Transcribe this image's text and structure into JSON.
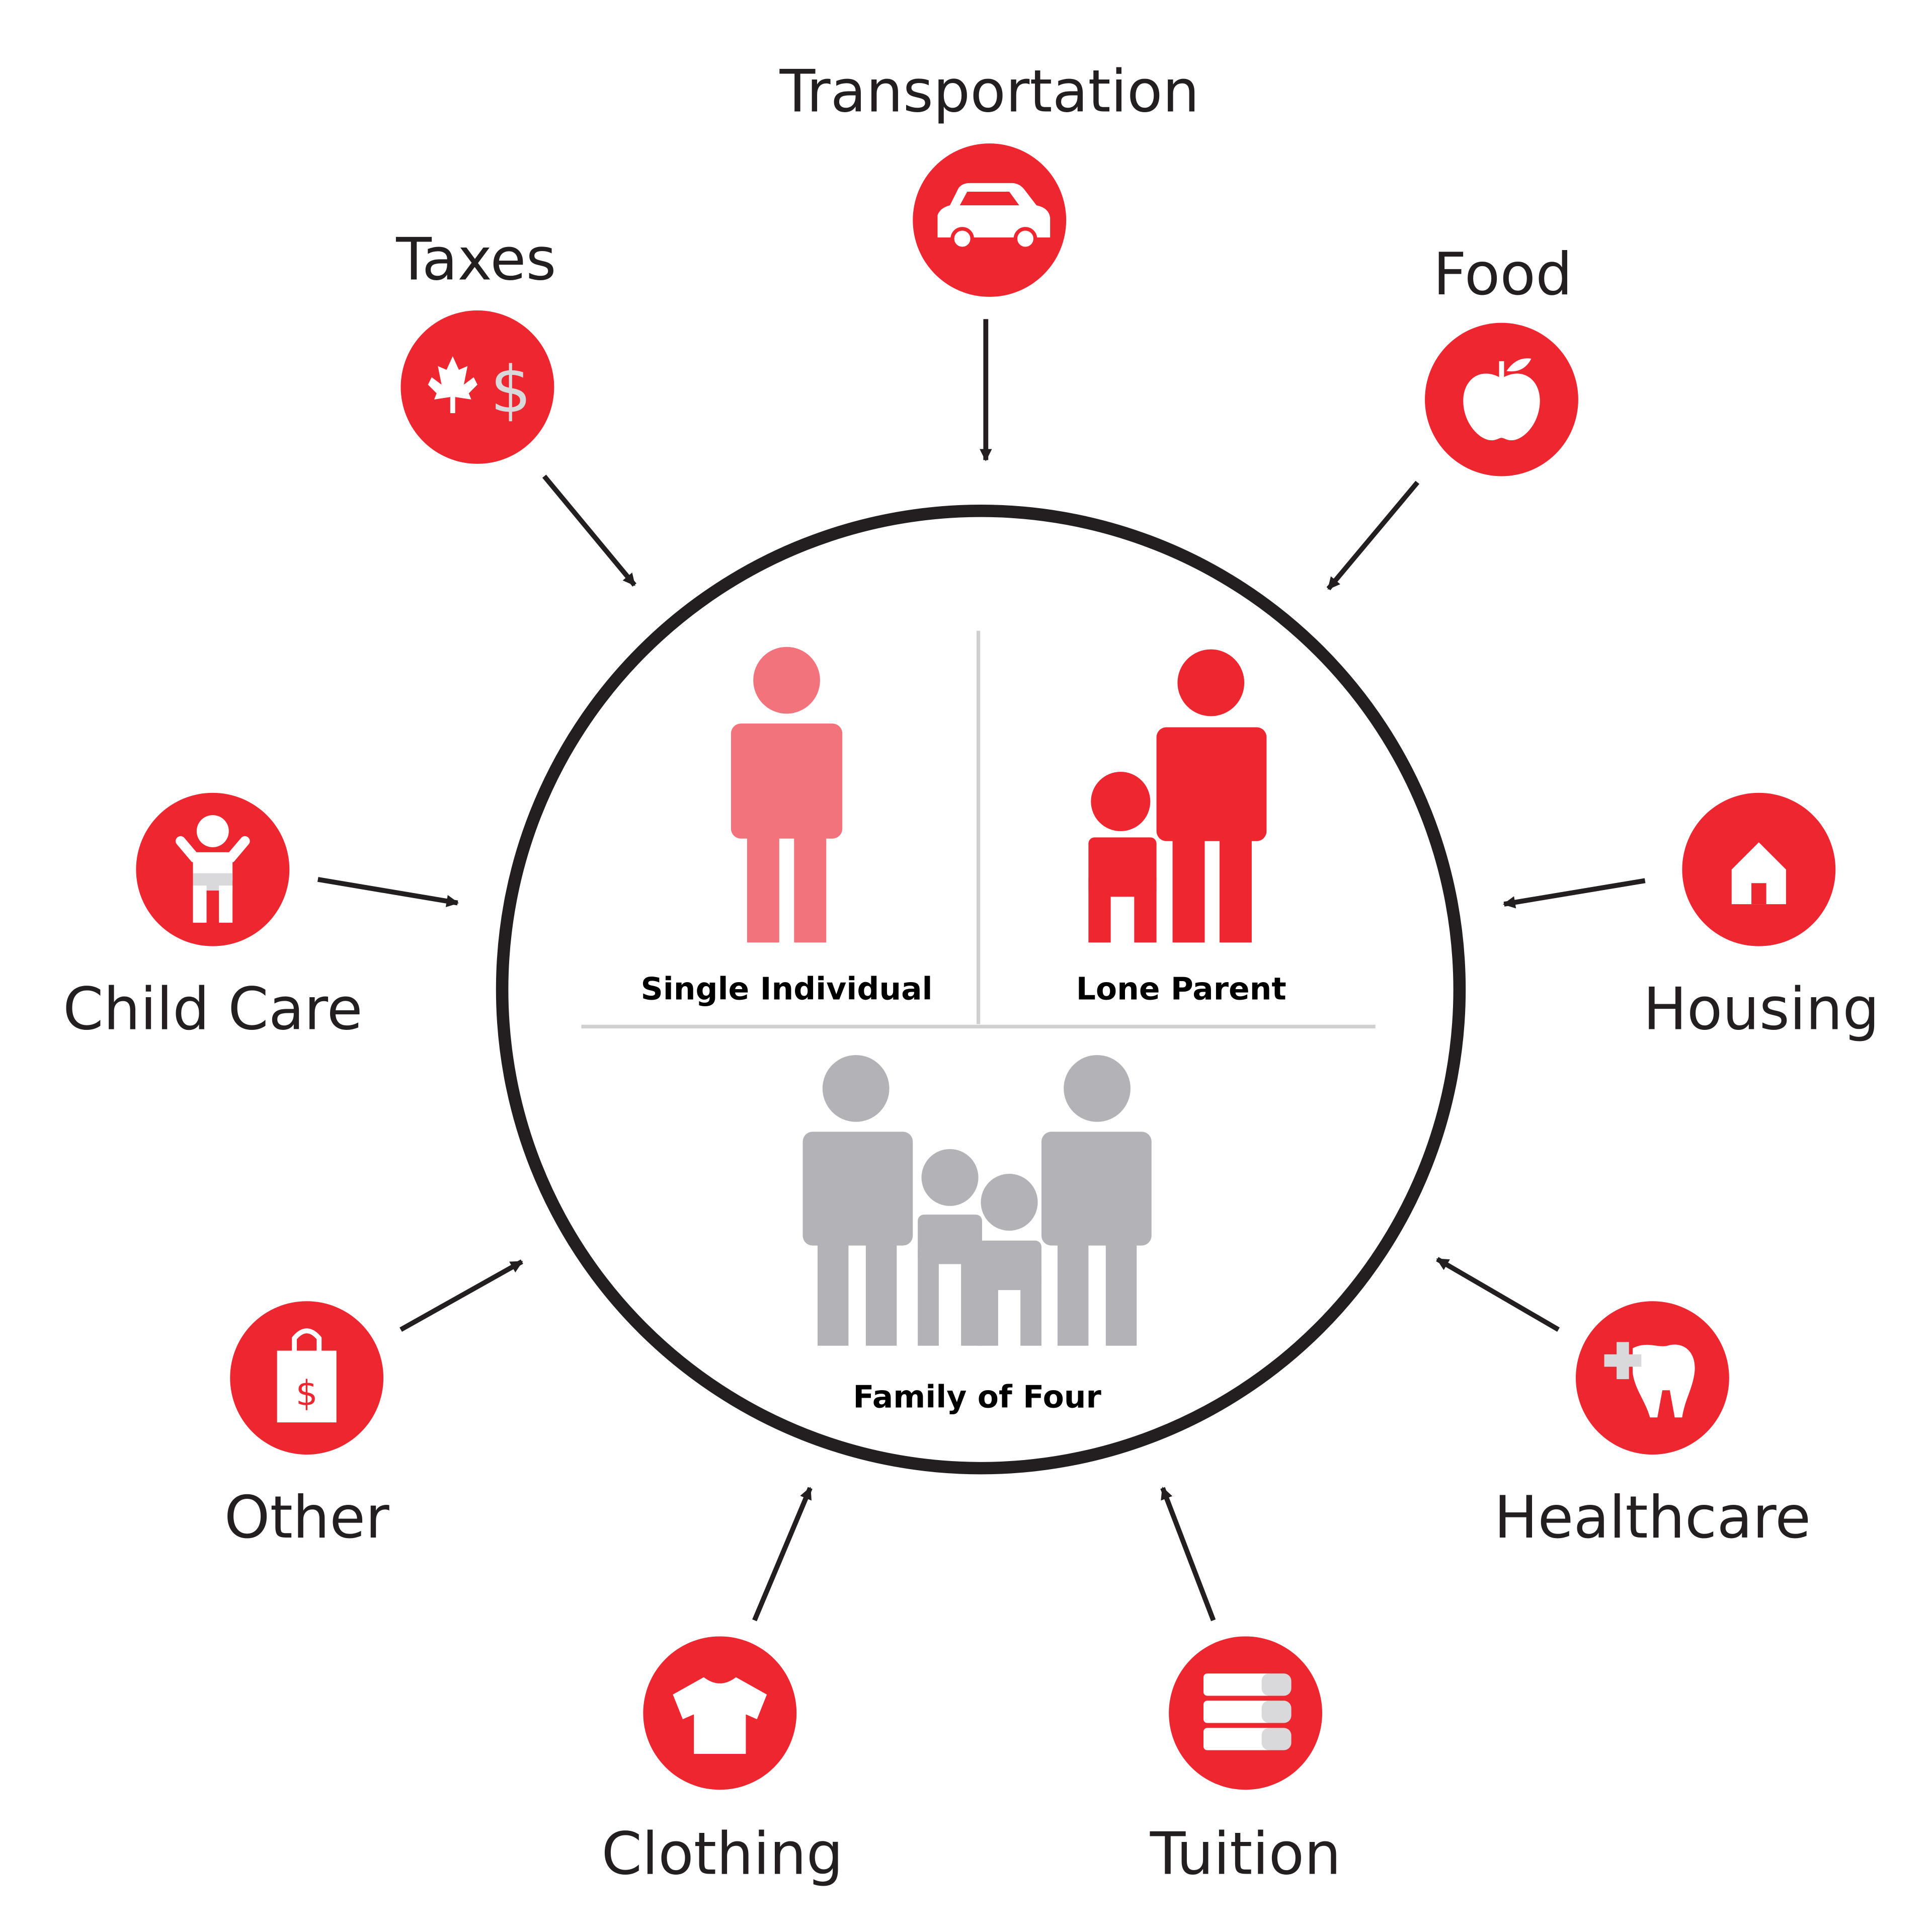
{
  "colors": {
    "accent": "#ed2630",
    "accent_light": "#f2737c",
    "neutral": "#b3b3b7",
    "ink": "#231f20",
    "divider": "#d0d0d0"
  },
  "categories": [
    {
      "id": "transportation",
      "label": "Transportation",
      "icon": "car-icon"
    },
    {
      "id": "food",
      "label": "Food",
      "icon": "apple-icon"
    },
    {
      "id": "housing",
      "label": "Housing",
      "icon": "house-icon"
    },
    {
      "id": "healthcare",
      "label": "Healthcare",
      "icon": "tooth-icon"
    },
    {
      "id": "tuition",
      "label": "Tuition",
      "icon": "books-icon"
    },
    {
      "id": "clothing",
      "label": "Clothing",
      "icon": "tshirt-icon"
    },
    {
      "id": "other",
      "label": "Other",
      "icon": "shopping-bag-icon"
    },
    {
      "id": "childcare",
      "label": "Child Care",
      "icon": "baby-icon"
    },
    {
      "id": "taxes",
      "label": "Taxes",
      "icon": "maple-dollar-icon"
    }
  ],
  "household_types": {
    "single": {
      "label": "Single Individual"
    },
    "lone_parent": {
      "label": "Lone Parent"
    },
    "family": {
      "label": "Family of Four"
    }
  },
  "icon_text": {
    "dollar": "$"
  }
}
